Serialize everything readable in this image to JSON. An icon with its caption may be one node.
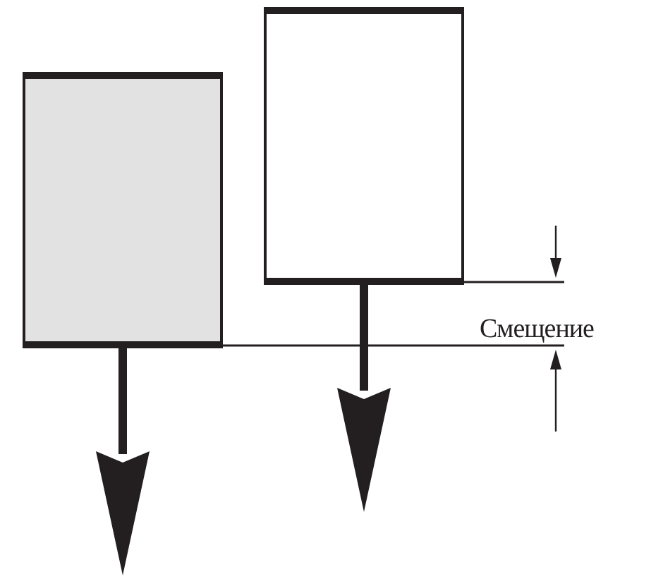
{
  "diagram": {
    "nodes": [
      {
        "text": [],
        "shape": "box"
      },
      {
        "text": [],
        "shape": "box"
      }
    ],
    "labels": [
      "Смещение"
    ]
  }
}
